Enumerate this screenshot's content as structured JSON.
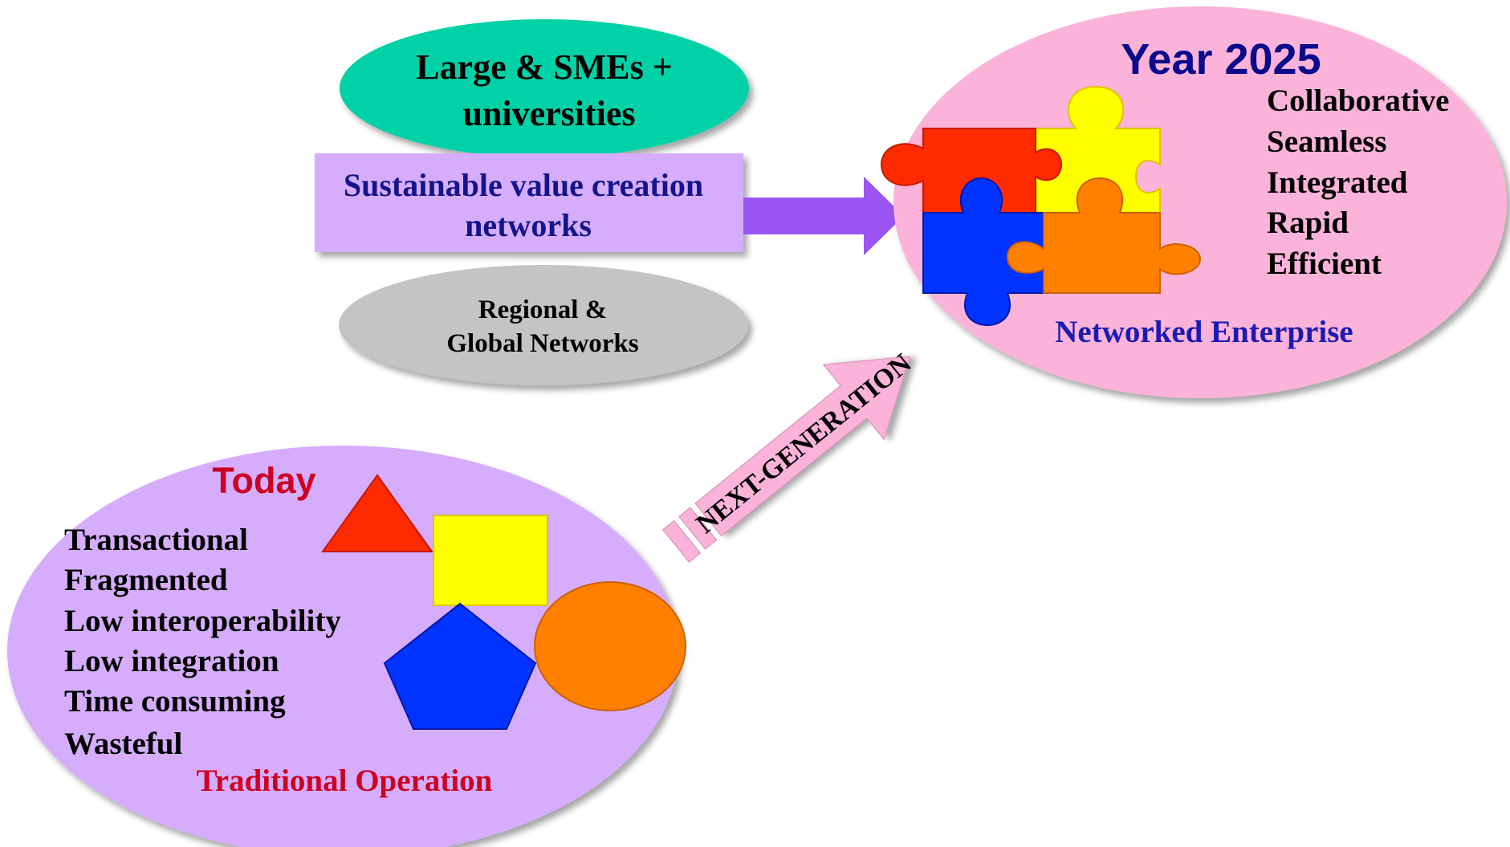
{
  "top_oval": {
    "line1": "Large  & SMEs +",
    "line2": "universities"
  },
  "value_box": {
    "line1": "Sustainable value creation",
    "line2": "networks"
  },
  "bottom_oval": {
    "line1": "Regional &",
    "line2": "Global Networks"
  },
  "future": {
    "title": "Year 2025",
    "qualities": [
      "Collaborative",
      "Seamless",
      "Integrated",
      "Rapid",
      "Efficient"
    ],
    "caption": "Networked Enterprise"
  },
  "today": {
    "title": "Today",
    "qualities": [
      "Transactional",
      "Fragmented",
      "Low interoperability",
      "Low integration",
      "Time consuming",
      "Wasteful"
    ],
    "caption": "Traditional Operation"
  },
  "arrow_label": "NEXT-GENERATION",
  "colors": {
    "teal": "#00d1a6",
    "lavender": "#d6adfc",
    "gray": "#c4c4c4",
    "pink": "#fbb3d9",
    "navy": "#0a0a8c",
    "crimson": "#cc0022",
    "purple_arrow": "#9b55f2"
  }
}
